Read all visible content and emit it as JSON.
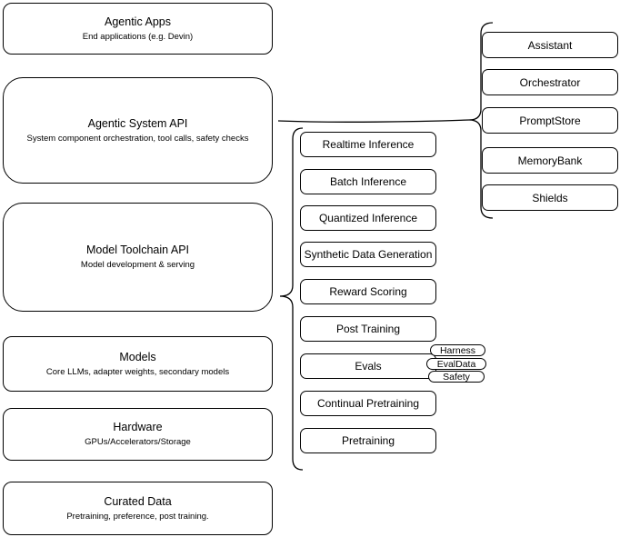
{
  "diagram": {
    "layers": [
      {
        "title": "Agentic Apps",
        "subtitle": "End applications (e.g. Devin)"
      },
      {
        "title": "Agentic System API",
        "subtitle": "System component orchestration, tool calls, safety checks"
      },
      {
        "title": "Model Toolchain API",
        "subtitle": "Model development & serving"
      },
      {
        "title": "Models",
        "subtitle": "Core LLMs, adapter weights, secondary models"
      },
      {
        "title": "Hardware",
        "subtitle": "GPUs/Accelerators/Storage"
      },
      {
        "title": "Curated Data",
        "subtitle": "Pretraining, preference, post training."
      }
    ],
    "toolchain_services": [
      "Realtime Inference",
      "Batch Inference",
      "Quantized Inference",
      "Synthetic Data Generation",
      "Reward Scoring",
      "Post Training",
      "Evals",
      "Continual Pretraining",
      "Pretraining"
    ],
    "evals_tags": [
      "Harness",
      "EvalData",
      "Safety"
    ],
    "system_components": [
      "Assistant",
      "Orchestrator",
      "PromptStore",
      "MemoryBank",
      "Shields"
    ],
    "colors": {
      "stroke": "#000000",
      "fill": "#ffffff",
      "background": "#ffffff"
    }
  }
}
